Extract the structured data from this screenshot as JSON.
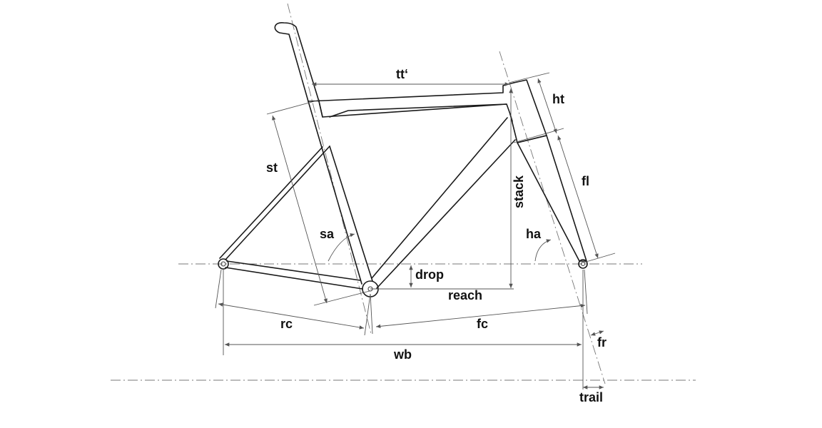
{
  "diagram": {
    "labels": {
      "tt": "tt‘",
      "ht": "ht",
      "st": "st",
      "stack": "stack",
      "fl": "fl",
      "sa": "sa",
      "ha": "ha",
      "drop": "drop",
      "reach": "reach",
      "rc": "rc",
      "fc": "fc",
      "fr": "fr",
      "wb": "wb",
      "trail": "trail"
    },
    "colors": {
      "frame": "#1a1a1a",
      "dimension": "#555555",
      "centerline": "#777777",
      "background": "#ffffff"
    }
  }
}
